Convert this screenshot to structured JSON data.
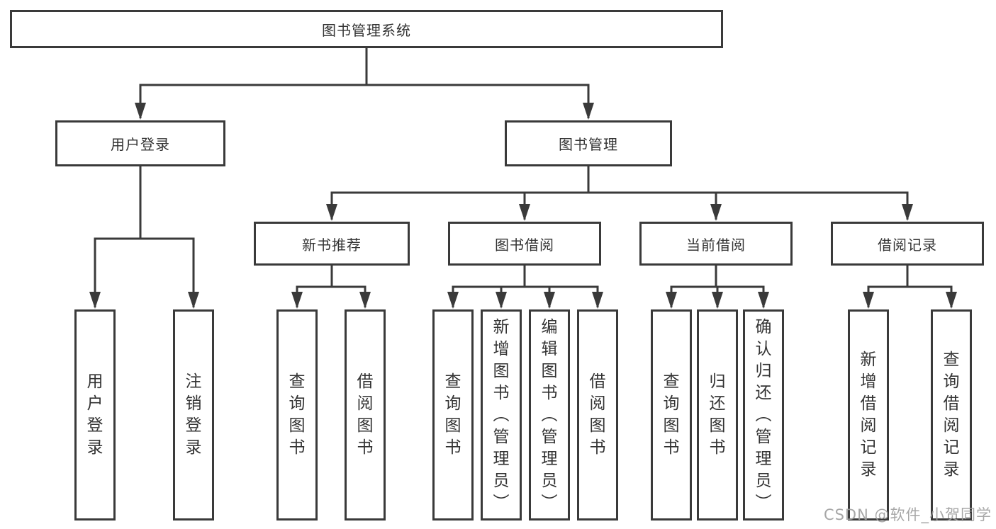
{
  "diagram": {
    "title": "图书管理系统",
    "root": {
      "label": "图书管理系统"
    },
    "level2": [
      {
        "id": "user-login",
        "label": "用户登录",
        "parent": "root"
      },
      {
        "id": "book-management",
        "label": "图书管理",
        "parent": "root"
      }
    ],
    "level3": [
      {
        "id": "new-book-recommend",
        "label": "新书推荐",
        "parent": "book-management"
      },
      {
        "id": "book-borrow",
        "label": "图书借阅",
        "parent": "book-management"
      },
      {
        "id": "current-borrow",
        "label": "当前借阅",
        "parent": "book-management"
      },
      {
        "id": "borrow-records",
        "label": "借阅记录",
        "parent": "book-management"
      }
    ],
    "leaves": [
      {
        "label": "用户登录",
        "parent": "user-login"
      },
      {
        "label": "注销登录",
        "parent": "user-login"
      },
      {
        "label": "查询图书",
        "parent": "new-book-recommend"
      },
      {
        "label": "借阅图书",
        "parent": "new-book-recommend"
      },
      {
        "label": "查询图书",
        "parent": "book-borrow"
      },
      {
        "label": "新增图书（管理员）",
        "parent": "book-borrow"
      },
      {
        "label": "编辑图书（管理员）",
        "parent": "book-borrow"
      },
      {
        "label": "借阅图书",
        "parent": "book-borrow"
      },
      {
        "label": "查询图书",
        "parent": "current-borrow"
      },
      {
        "label": "归还图书",
        "parent": "current-borrow"
      },
      {
        "label": "确认归还（管理员）",
        "parent": "current-borrow"
      },
      {
        "label": "新增借阅记录",
        "parent": "borrow-records"
      },
      {
        "label": "查询借阅记录",
        "parent": "borrow-records"
      }
    ]
  },
  "watermark": "CSDN @软件_小贺同学",
  "colors": {
    "line": "#3a3a3a",
    "text": "#333333",
    "watermark": "#9e9e9e",
    "background": "#ffffff"
  }
}
